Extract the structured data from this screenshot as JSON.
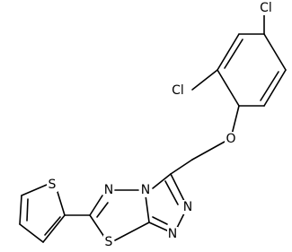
{
  "structure": {
    "atom_labels": {
      "cl_top": "Cl",
      "cl_left": "Cl",
      "o": "O",
      "n_bridge": "N",
      "n_right_upper": "N",
      "n_right_lower": "N",
      "n_thiadiazole": "N",
      "s_thiadiazole": "S",
      "s_thiophene": "S"
    }
  }
}
